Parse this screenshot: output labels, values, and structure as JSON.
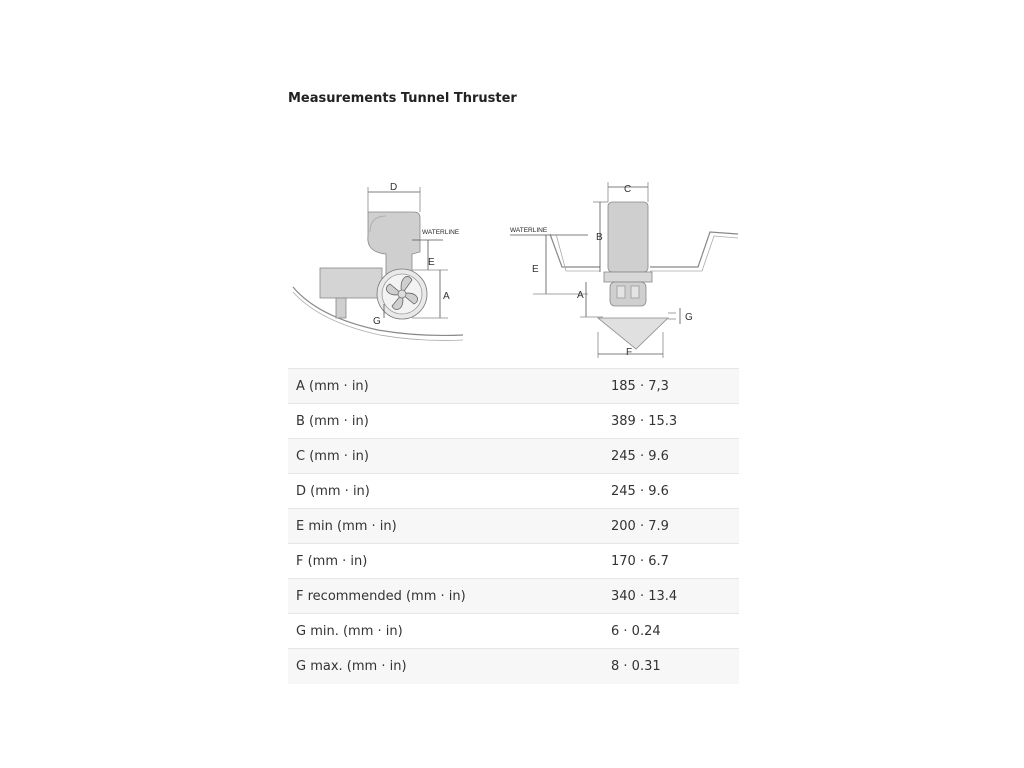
{
  "title": "Measurements Tunnel Thruster",
  "diagram": {
    "side_labels": {
      "D": "D",
      "E": "E",
      "A": "A",
      "G": "G",
      "waterline": "WATERLINE"
    },
    "front_labels": {
      "C": "C",
      "B": "B",
      "E": "E",
      "A": "A",
      "G": "G",
      "F": "F",
      "waterline": "WATERLINE"
    }
  },
  "specs": [
    {
      "label": "A (mm · in)",
      "value": "185 · 7,3"
    },
    {
      "label": "B (mm · in)",
      "value": "389 · 15.3"
    },
    {
      "label": "C (mm · in)",
      "value": "245 · 9.6"
    },
    {
      "label": "D (mm · in)",
      "value": "245 · 9.6"
    },
    {
      "label": "E min (mm · in)",
      "value": "200 · 7.9"
    },
    {
      "label": "F (mm · in)",
      "value": "170 · 6.7"
    },
    {
      "label": "F recommended (mm · in)",
      "value": "340 · 13.4"
    },
    {
      "label": "G min. (mm · in)",
      "value": "6 · 0.24"
    },
    {
      "label": "G max. (mm · in)",
      "value": "8 · 0.31"
    }
  ]
}
